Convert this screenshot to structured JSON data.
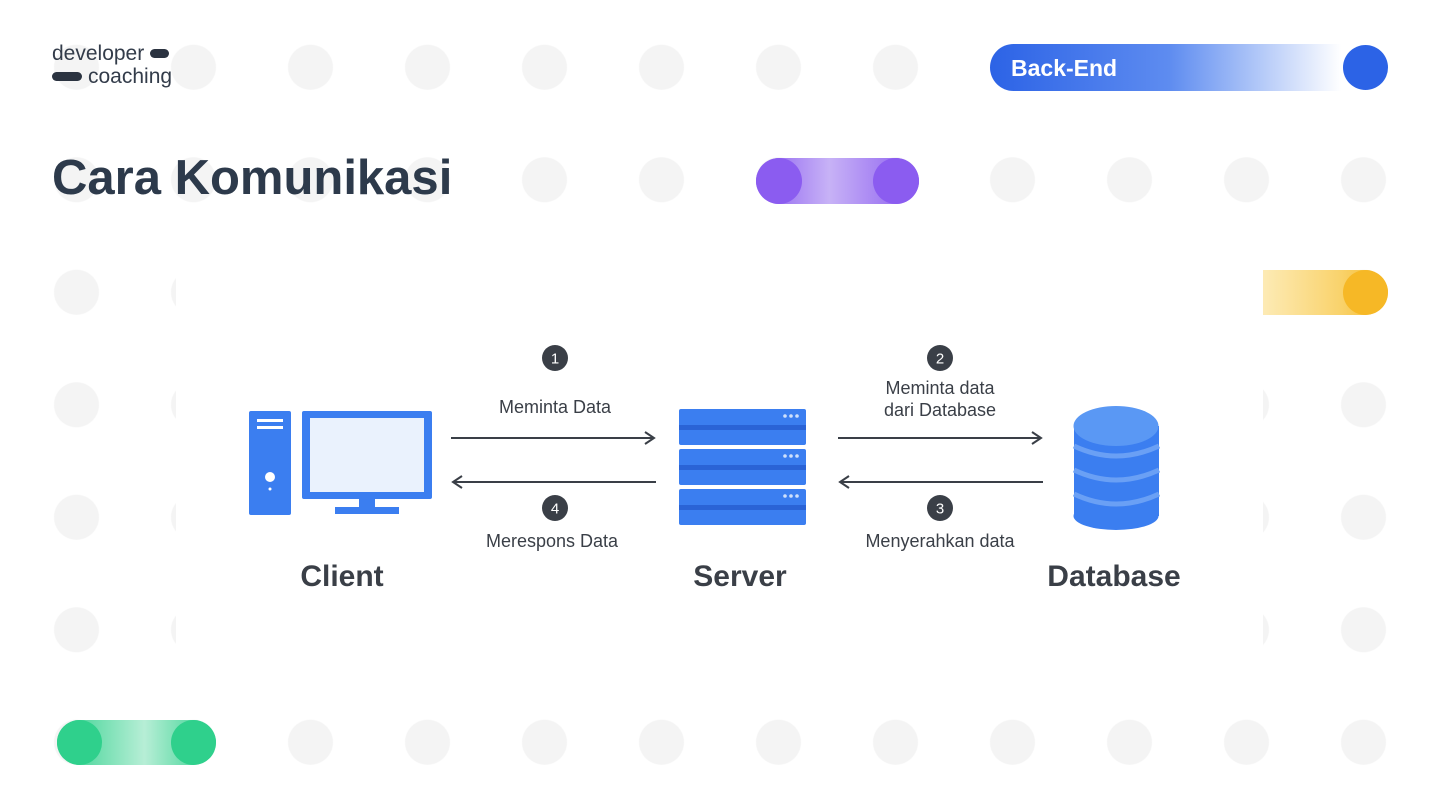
{
  "logo": {
    "line1": "developer",
    "line2": "coaching"
  },
  "badge": {
    "label": "Back-End",
    "color": "#2c63e6"
  },
  "title": "Cara Komunikasi",
  "diagram": {
    "nodes": [
      {
        "label": "Client",
        "icon": "desktop-computer-icon"
      },
      {
        "label": "Server",
        "icon": "server-rack-icon"
      },
      {
        "label": "Database",
        "icon": "database-icon"
      }
    ],
    "steps": [
      {
        "number": "1",
        "text": "Meminta Data"
      },
      {
        "number": "2",
        "text_line1": "Meminta data",
        "text_line2": "dari Database"
      },
      {
        "number": "3",
        "text": "Menyerahkan data"
      },
      {
        "number": "4",
        "text": "Merespons Data"
      }
    ]
  },
  "colors": {
    "accent_blue": "#2c63e6",
    "icon_blue": "#3b7ef0",
    "purple": "#8b5cf0",
    "yellow": "#f6b826",
    "green": "#2fd08c",
    "title_text": "#2d3a4b"
  }
}
